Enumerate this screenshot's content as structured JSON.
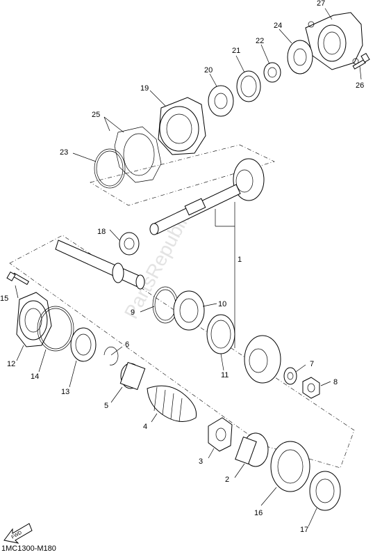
{
  "diagram": {
    "callouts": [
      "1",
      "2",
      "3",
      "4",
      "5",
      "6",
      "7",
      "8",
      "9",
      "10",
      "11",
      "12",
      "13",
      "14",
      "15",
      "16",
      "17",
      "18",
      "19",
      "20",
      "21",
      "22",
      "23",
      "24",
      "25",
      "26",
      "27"
    ],
    "watermark": "PartsRepublik",
    "fwd_label": "FWD",
    "figure_code": "1MC1300-M180"
  }
}
